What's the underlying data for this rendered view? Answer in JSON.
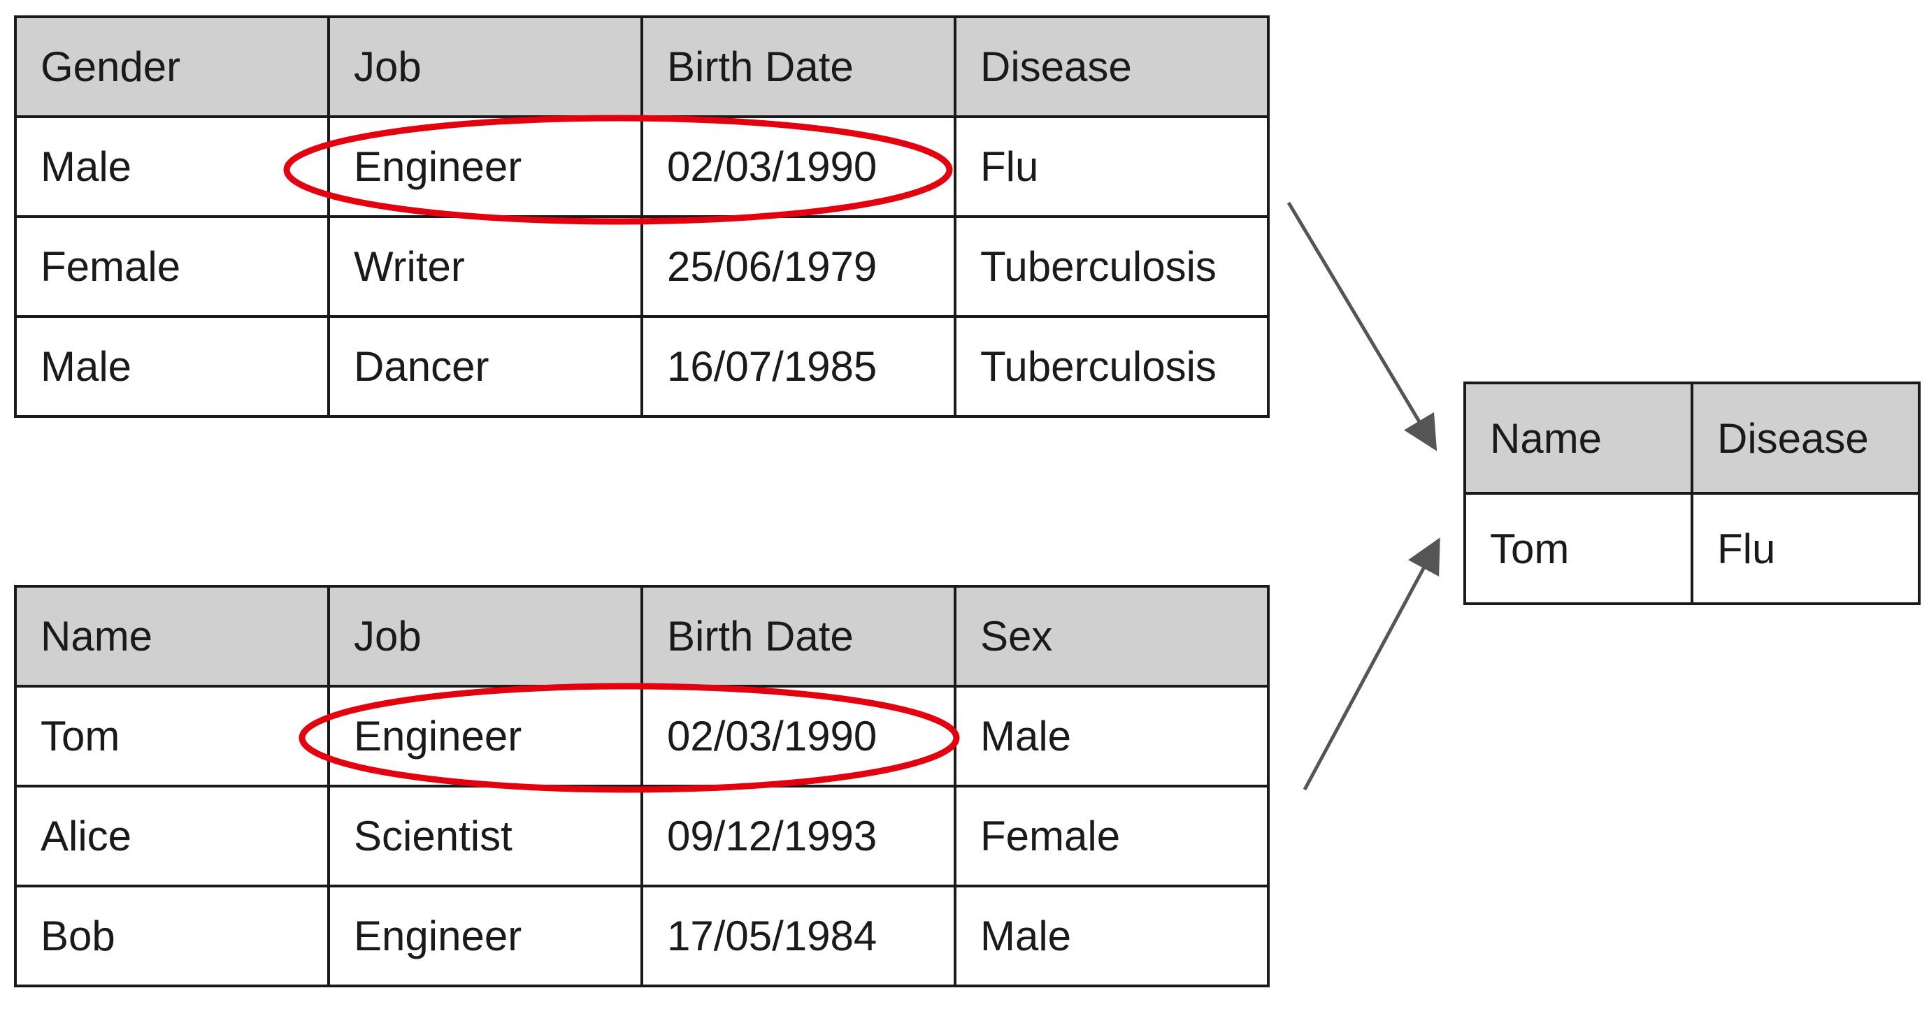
{
  "tables": [
    {
      "id": "medical",
      "headers": [
        "Gender",
        "Job",
        "Birth Date",
        "Disease"
      ],
      "rows": [
        [
          "Male",
          "Engineer",
          "02/03/1990",
          "Flu"
        ],
        [
          "Female",
          "Writer",
          "25/06/1979",
          "Tuberculosis"
        ],
        [
          "Male",
          "Dancer",
          "16/07/1985",
          "Tuberculosis"
        ]
      ]
    },
    {
      "id": "voter",
      "headers": [
        "Name",
        "Job",
        "Birth Date",
        "Sex"
      ],
      "rows": [
        [
          "Tom",
          "Engineer",
          "02/03/1990",
          "Male"
        ],
        [
          "Alice",
          "Scientist",
          "09/12/1993",
          "Female"
        ],
        [
          "Bob",
          "Engineer",
          "17/05/1984",
          "Male"
        ]
      ]
    },
    {
      "id": "linked",
      "headers": [
        "Name",
        "Disease"
      ],
      "rows": [
        [
          "Tom",
          "Flu"
        ]
      ]
    }
  ],
  "colors": {
    "header_fill": "#d0d0d0",
    "border": "#1a1a1a",
    "highlight_ellipse": "#e3000f",
    "arrow": "#555555"
  }
}
